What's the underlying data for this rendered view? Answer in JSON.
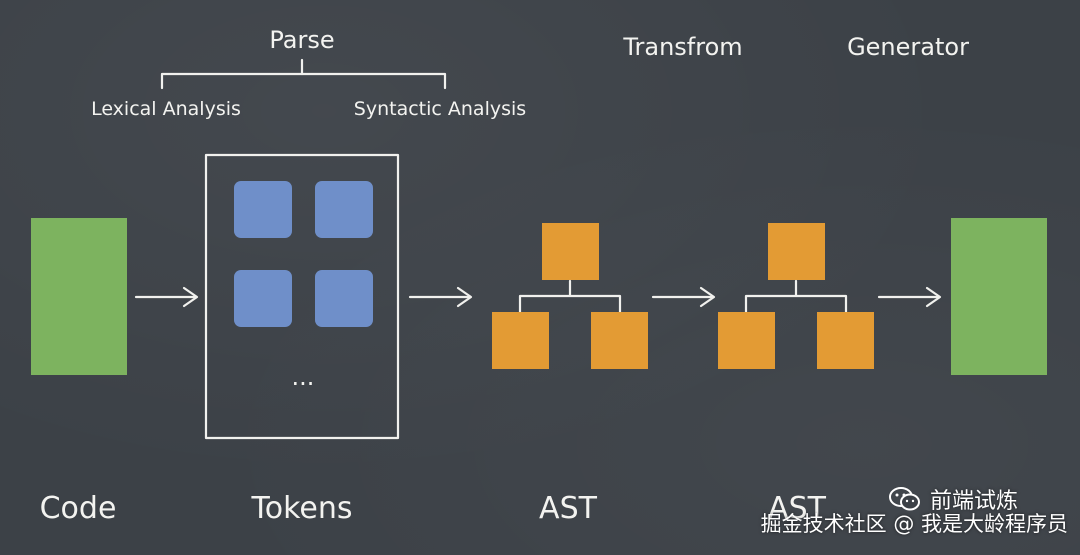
{
  "diagram": {
    "parse_label": "Parse",
    "lexical_label": "Lexical Analysis",
    "syntactic_label": "Syntactic Analysis",
    "transform_label": "Transfrom",
    "generator_label": "Generator",
    "code_label": "Code",
    "tokens_label": "Tokens",
    "ast_label_1": "AST",
    "ast_label_2": "AST",
    "ellipsis": "...",
    "colors": {
      "background": "#3c4147",
      "code_block": "#7db35f",
      "token_block": "#6f8fc9",
      "ast_node": "#e39b34",
      "chalk": "#f3f3f0"
    }
  },
  "watermark": {
    "account_name": "前端试炼",
    "credit": "掘金技术社区 @ 我是大龄程序员",
    "icon": "wechat-icon"
  }
}
